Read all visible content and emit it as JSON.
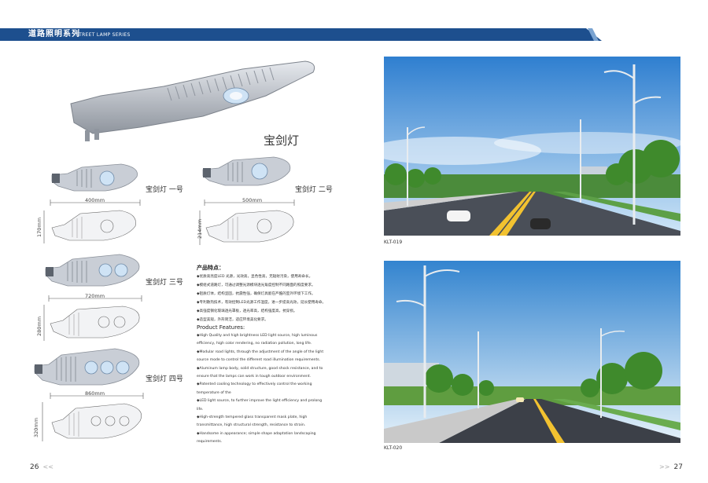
{
  "header": {
    "title_cn": "道路照明系列",
    "title_en": "STREET LAMP SERIES"
  },
  "product": {
    "name_cn": "宝剑灯",
    "models": [
      {
        "label": "宝剑灯 一号",
        "width": "400mm",
        "height": "170mm"
      },
      {
        "label": "宝剑灯 二号",
        "width": "500mm",
        "height": "214mm"
      },
      {
        "label": "宝剑灯 三号",
        "width": "720mm",
        "height": "280mm"
      },
      {
        "label": "宝剑灯 四号",
        "width": "860mm",
        "height": "320mm"
      }
    ]
  },
  "features_cn": {
    "title": "产品特点：",
    "items": [
      "◆优质高亮度LED 光源，光效高，显色性高，无辐射污染，使用寿命长。",
      "◆模组式道路灯，可通过调整光源模块透光角度控制不同路面的照度要求。",
      "◆铝质灯体，结构坚固，抗震性强，确保灯具能在严酷的室外环境下工作。",
      "◆专利散热技术，有效控制LED光源工作温度，进一步提高光效，延长使用寿命。",
      "◆高强度钢化玻璃透光罩板，透光率高，结构强度高，抗穿损。",
      "◆造型美观，外形简洁，适应环境美化要求。"
    ]
  },
  "features_en": {
    "title": "Product Features:",
    "items": [
      "◆High Quality and high brightness LED light source, high luminous efficiency, high color rendering, no radiation pollution, long life.",
      "◆Modular road lights, through the adjustment of the angle of the light source mode to control the different road illumination requirements.",
      "◆Aluminum lamp body, solid structure, good shock resistance, and to ensure that the lamps can work in tough outdoor environment.",
      "◆Patented cooling technology to effectively control the working temperature of the",
      "◆LED light source, to further improve the light efficiency and prolong life.",
      "◆High-strength tempered glass transparent mask plate, high transmittance, high structural strength, resistance to strain.",
      "◆Handsome in appearance; simple shape adaptation landscaping requirements."
    ]
  },
  "photos": [
    {
      "caption": "KLT-019"
    },
    {
      "caption": "KLT-020"
    }
  ],
  "pages": {
    "left": "26",
    "left_arrow": "<<",
    "right_arrow": ">>",
    "right": "27"
  },
  "colors": {
    "banner": "#1d4f8e",
    "banner_accent": "#7aa3d1"
  }
}
